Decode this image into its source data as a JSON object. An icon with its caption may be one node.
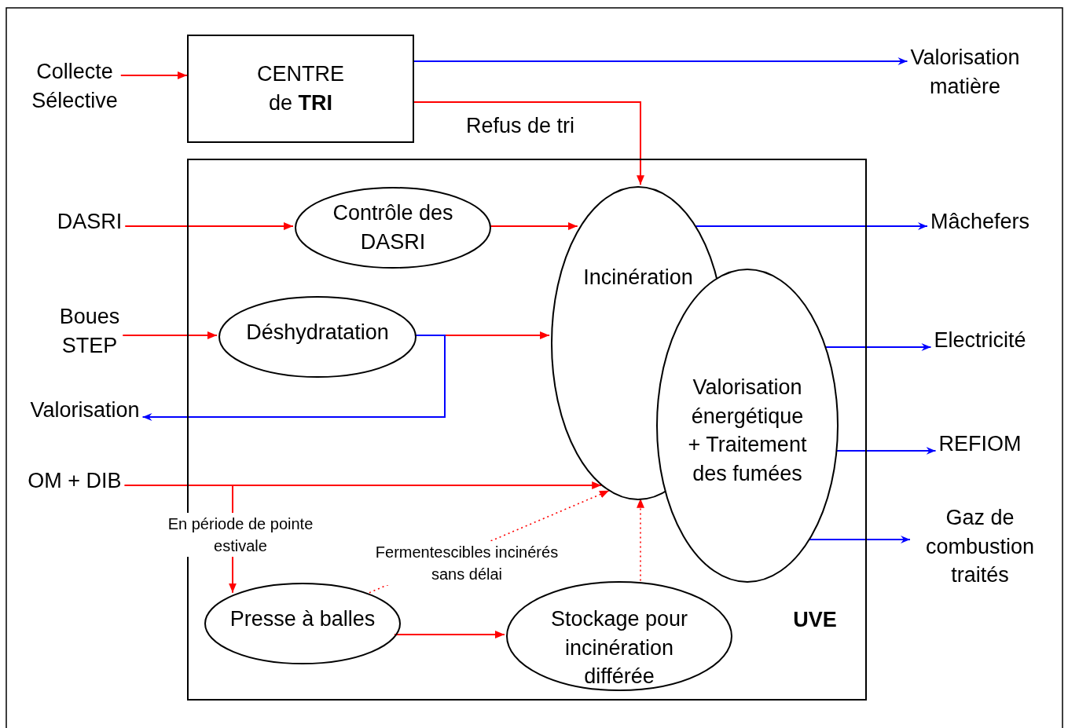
{
  "diagram": {
    "nodes": [
      {
        "text": [
          "Collecte Sélective"
        ]
      },
      {
        "text": [
          "CENTRE de **TRI**"
        ]
      },
      {
        "text": [
          "Valorisation matière"
        ]
      },
      {
        "text": [
          "UVE"
        ]
      },
      {
        "text": [
          "DASRI"
        ]
      },
      {
        "text": [
          "Contrôle des DASRI"
        ],
        "in": 3
      },
      {
        "text": [
          "Boues STEP"
        ]
      },
      {
        "text": [
          "Déshydratation"
        ],
        "in": 3
      },
      {
        "text": [
          "Valorisation"
        ]
      },
      {
        "text": [
          "OM + DIB"
        ]
      },
      {
        "text": [
          "Incinération"
        ],
        "in": 3
      },
      {
        "text": [
          "Valorisation énergétique + Traitement des fumées"
        ],
        "in": 3
      },
      {
        "text": [
          "Presse à balles"
        ],
        "in": 3
      },
      {
        "text": [
          "Stockage pour incinération différée"
        ],
        "in": 3
      },
      {
        "text": [
          "Mâchefers"
        ]
      },
      {
        "text": [
          "Electricité"
        ]
      },
      {
        "text": [
          "REFIOM"
        ]
      },
      {
        "text": [
          "Gaz de combustion traités"
        ]
      }
    ],
    "edges": [
      {
        "from": 0,
        "to": 1,
        "arrow": "to"
      },
      {
        "from": 1,
        "to": 2,
        "arrow": "to",
        "color": "#0000ff"
      },
      {
        "from": 1,
        "to": 10,
        "arrow": "to",
        "label": "Refus de tri"
      },
      {
        "from": 4,
        "to": 5,
        "arrow": "to"
      },
      {
        "from": 5,
        "to": 10,
        "arrow": "to"
      },
      {
        "from": 6,
        "to": 7,
        "arrow": "to"
      },
      {
        "from": 7,
        "to": 10,
        "arrow": "to"
      },
      {
        "from": 7,
        "to": 8,
        "arrow": "to",
        "color": "#0000ff"
      },
      {
        "from": 9,
        "to": 10,
        "arrow": "to"
      },
      {
        "from": 9,
        "to": 12,
        "arrow": "to",
        "label": "En période de pointe estivale"
      },
      {
        "from": 12,
        "to": 10,
        "arrow": "to",
        "style": "dashed",
        "label": "Fermentescibles incinérés sans délai"
      },
      {
        "from": 12,
        "to": 13,
        "arrow": "to"
      },
      {
        "from": 13,
        "to": 10,
        "arrow": "to",
        "style": "dashed"
      },
      {
        "from": 10,
        "to": 14,
        "arrow": "to",
        "color": "#0000ff"
      },
      {
        "from": 11,
        "to": 15,
        "arrow": "to",
        "color": "#0000ff"
      },
      {
        "from": 11,
        "to": 16,
        "arrow": "to",
        "color": "#0000ff"
      },
      {
        "from": 11,
        "to": 17,
        "arrow": "to",
        "color": "#0000ff"
      }
    ]
  }
}
